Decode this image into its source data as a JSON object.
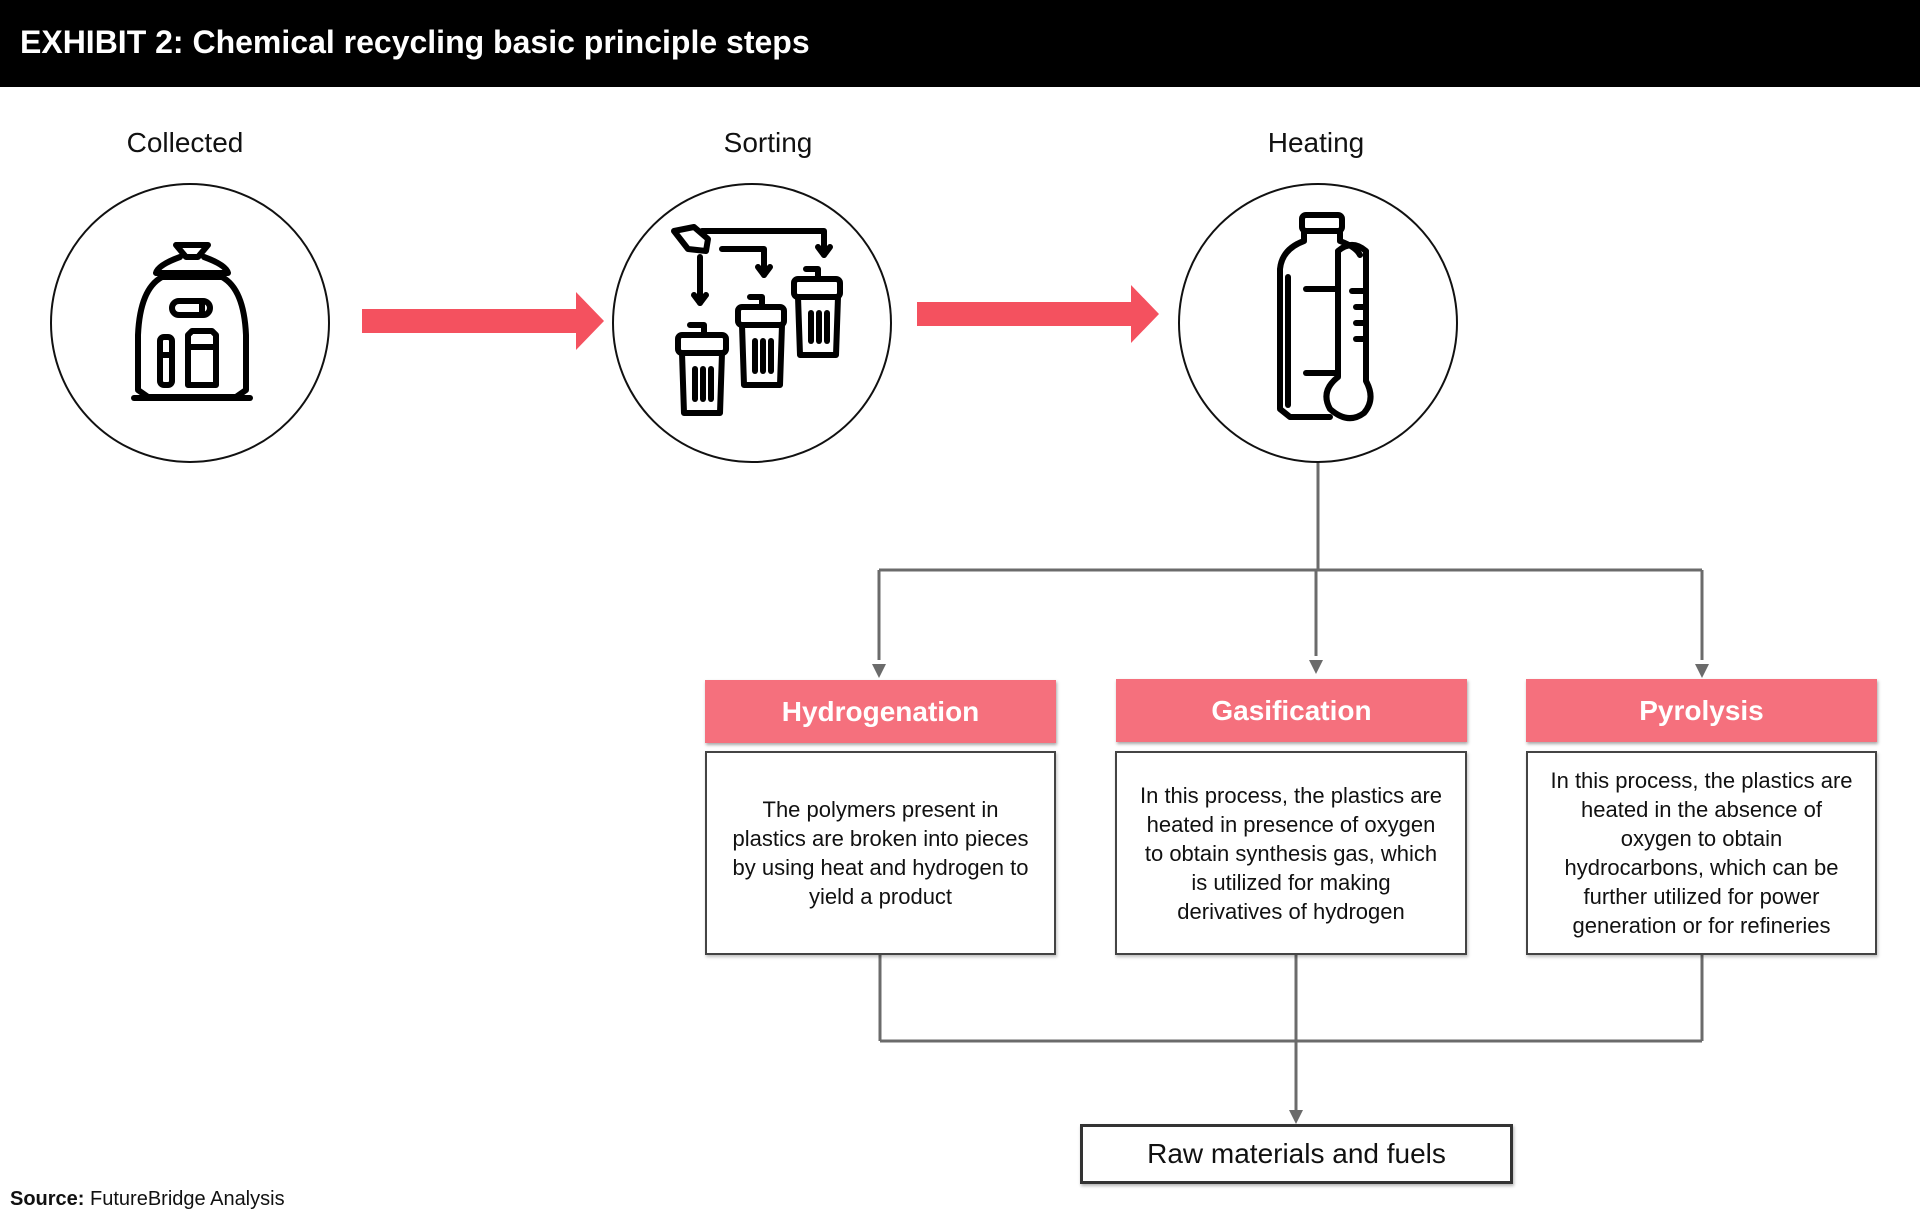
{
  "header": {
    "title": "EXHIBIT 2: Chemical recycling basic principle steps"
  },
  "steps": [
    {
      "label": "Collected",
      "icon": "garbage-bag-icon"
    },
    {
      "label": "Sorting",
      "icon": "sorting-bins-icon"
    },
    {
      "label": "Heating",
      "icon": "bottle-thermometer-icon"
    }
  ],
  "processes": [
    {
      "title": "Hydrogenation",
      "description": "The polymers present in plastics are broken into pieces by using heat and hydrogen to yield a product"
    },
    {
      "title": "Gasification",
      "description": "In this process, the plastics are heated in presence of oxygen to obtain synthesis gas, which is utilized for making derivatives of hydrogen"
    },
    {
      "title": "Pyrolysis",
      "description": "In this process, the plastics are heated in the absence of oxygen to obtain hydrocarbons, which can be further utilized for power generation or for refineries"
    }
  ],
  "result": "Raw materials and fuels",
  "source": {
    "label": "Source:",
    "text": "FutureBridge Analysis"
  },
  "colors": {
    "accent": "#f5707d",
    "arrow": "#f4515f",
    "header_bg": "#000000",
    "connector": "#6b6b6b"
  }
}
